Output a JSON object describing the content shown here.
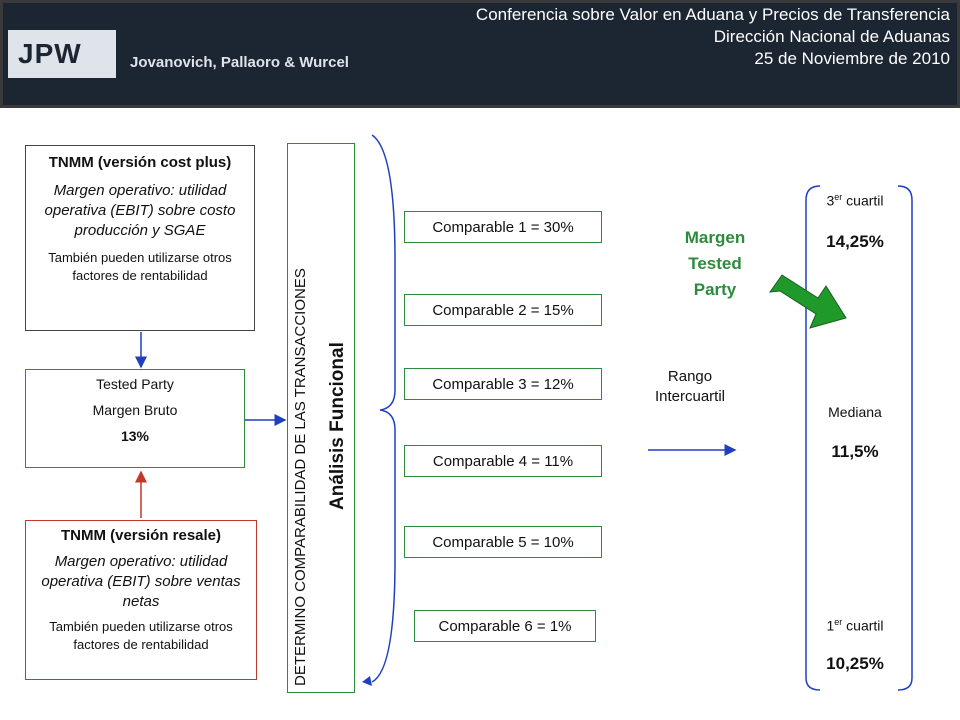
{
  "header": {
    "logo": "JPW",
    "firm": "Jovanovich, Pallaoro & Wurcel",
    "line1": "Conferencia sobre Valor en Aduana y Precios de Transferencia",
    "line2": "Dirección Nacional de Aduanas",
    "line3": "25 de Noviembre de 2010"
  },
  "tnmm_cost": {
    "title": "TNMM (versión cost plus)",
    "desc": "Margen operativo: utilidad operativa (EBIT) sobre costo producción y SGAE",
    "note": "También pueden utilizarse otros factores de rentabilidad"
  },
  "tested_party": {
    "title": "Tested Party",
    "metric": "Margen Bruto",
    "value": "13%"
  },
  "tnmm_resale": {
    "title": "TNMM (versión resale)",
    "desc": "Margen operativo: utilidad operativa (EBIT) sobre ventas netas",
    "note": "También pueden utilizarse otros factores de rentabilidad"
  },
  "vertical": {
    "outer": "DETERMINO COMPARABILIDAD DE LAS TRANSACCIONES",
    "inner": "Análisis Funcional"
  },
  "comparables": [
    "Comparable 1 = 30%",
    "Comparable 2 = 15%",
    "Comparable 3 = 12%",
    "Comparable 4 = 11%",
    "Comparable 5 = 10%",
    "Comparable 6 = 1%"
  ],
  "margin_label": {
    "line1": "Margen",
    "line2": "Tested",
    "line3": "Party"
  },
  "range_label": {
    "line1": "Rango",
    "line2": "Intercuartil"
  },
  "quartiles": {
    "q3_label": "3",
    "q3_sup": "er",
    "q3_word": "cuartil",
    "q3_value": "14,25%",
    "median_label": "Mediana",
    "median_value": "11,5%",
    "q1_label": "1",
    "q1_sup": "er",
    "q1_word": "cuartil",
    "q1_value": "10,25%"
  },
  "colors": {
    "header_bg": "#1c2532",
    "green": "#2e8b3e",
    "arrow_green": "#1f9a2a",
    "blue": "#1f3fbf",
    "red": "#c0392b"
  }
}
